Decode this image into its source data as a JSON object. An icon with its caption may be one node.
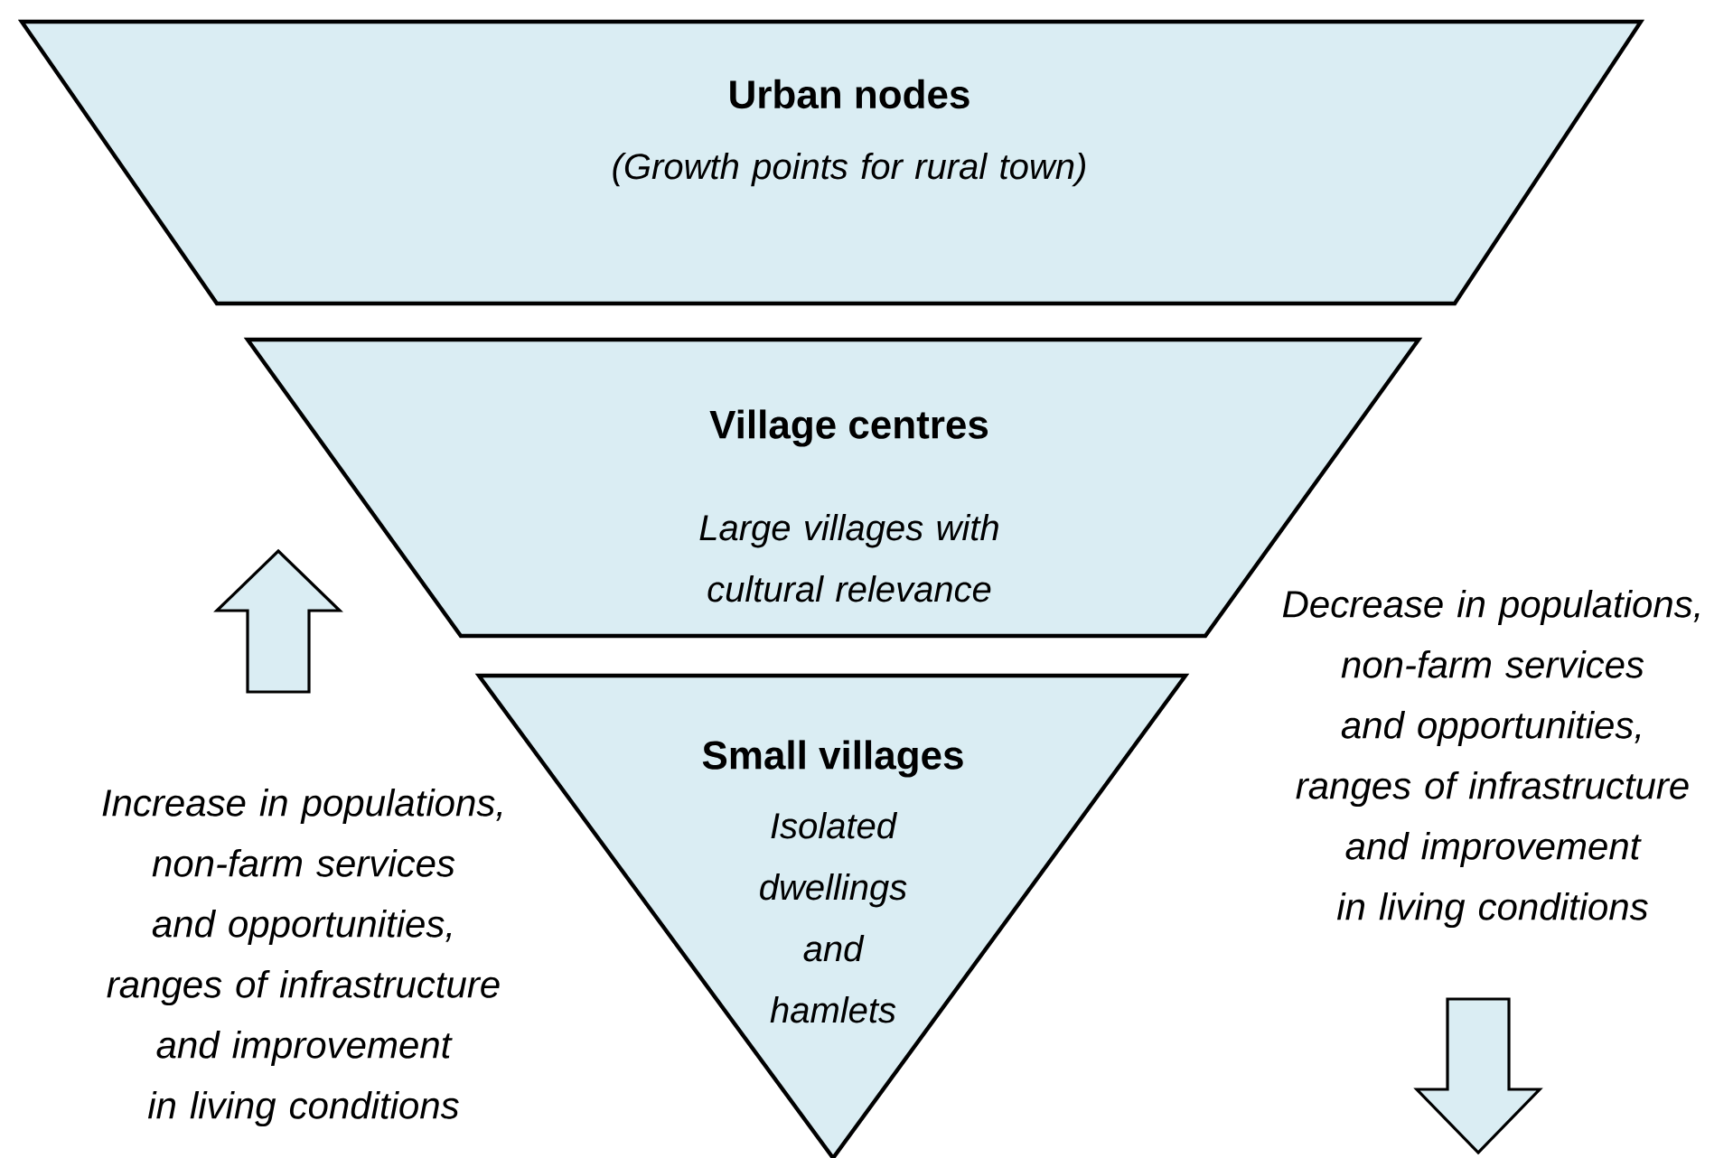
{
  "diagram": {
    "nodes": [
      {
        "text": [
          "Urban nodes",
          "(Growth points for rural town)"
        ]
      },
      {
        "text": [
          "Village centres",
          "Large villages with cultural relevance"
        ]
      },
      {
        "text": [
          "Small villages",
          "Isolated dwellings and hamlets"
        ]
      }
    ],
    "labels": [
      "Increase in populations, non-farm services and opportunities, ranges of infrastructure and improvement in living conditions",
      "Decrease in populations, non-farm services and opportunities, ranges of infrastructure and improvement in living conditions"
    ]
  }
}
